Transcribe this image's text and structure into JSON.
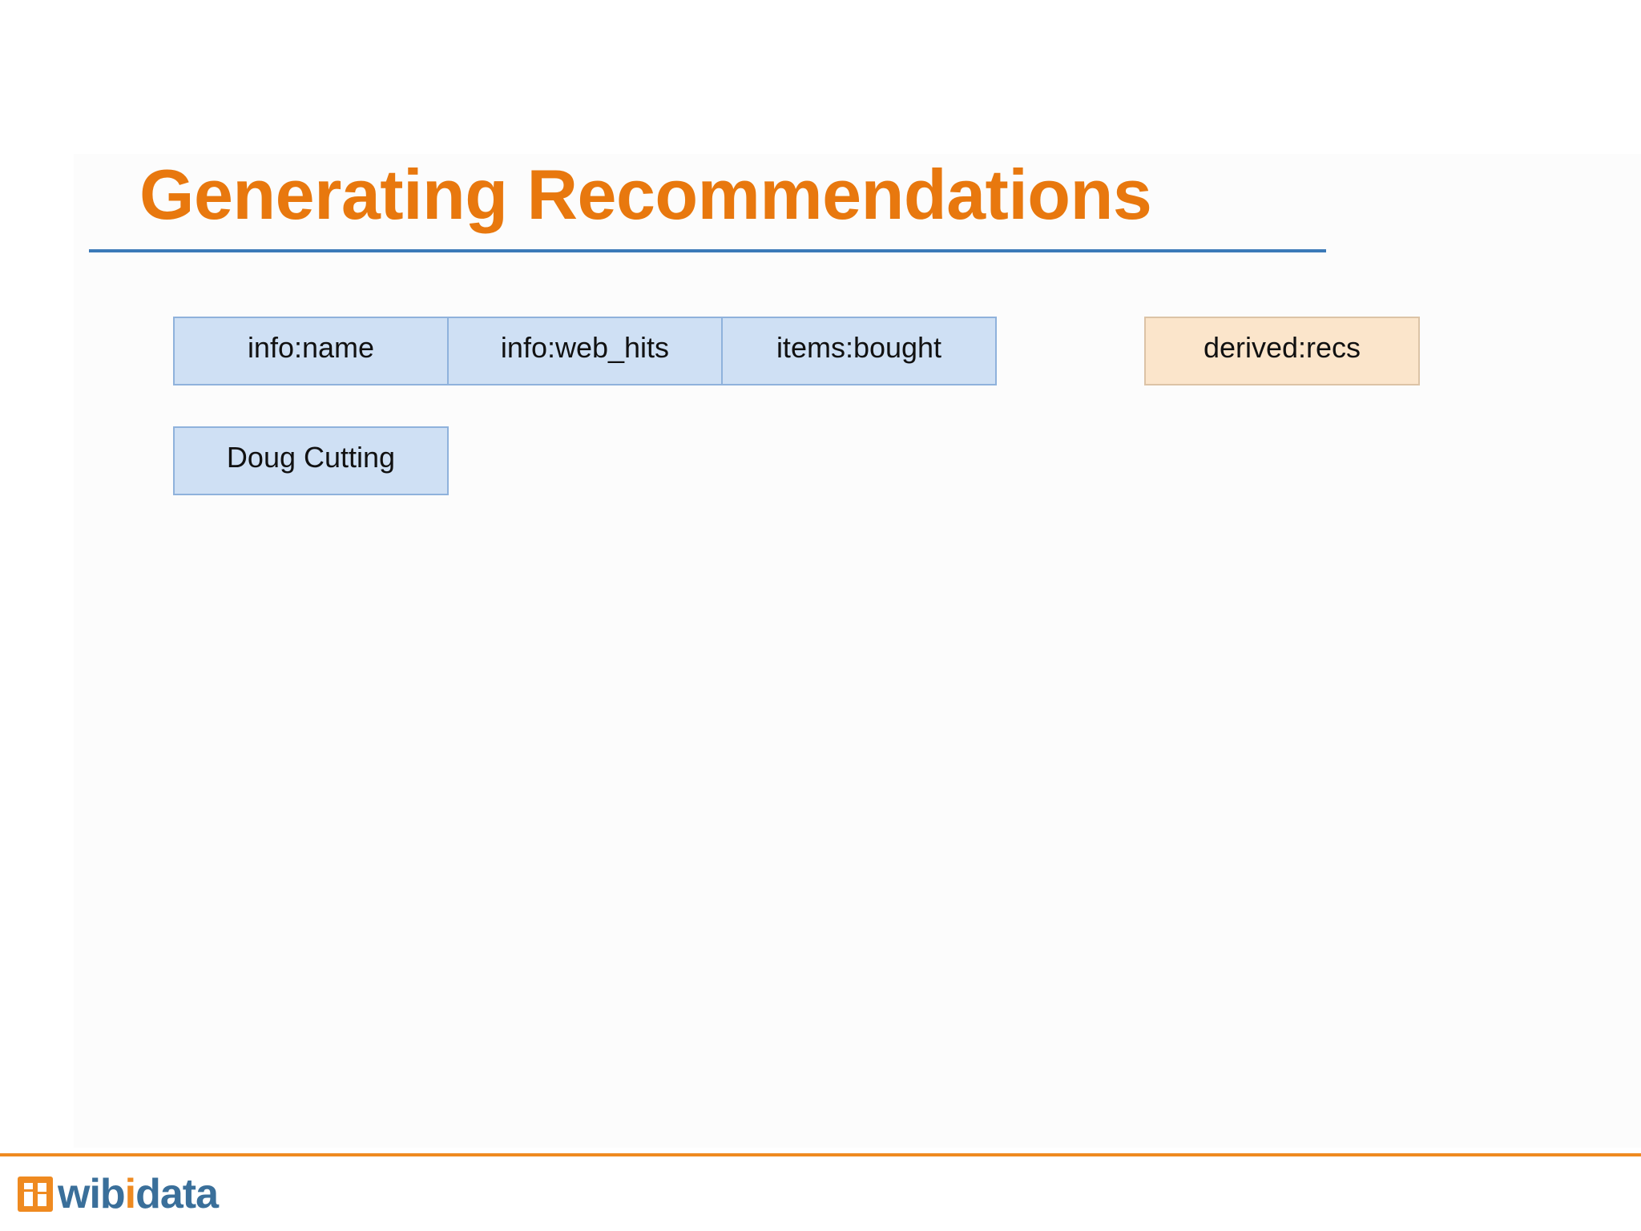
{
  "slide": {
    "title": "Generating Recommendations"
  },
  "table": {
    "columns": [
      "info:name",
      "info:web_hits",
      "items:bought"
    ],
    "derived_column": "derived:recs",
    "rows": [
      {
        "name": "Doug Cutting"
      }
    ]
  },
  "footer": {
    "logo": {
      "part1": "w",
      "part2": "i",
      "part3": "b",
      "part4": "i",
      "part5": "data",
      "full": "wibidata"
    }
  },
  "colors": {
    "title": "#e8780e",
    "rule": "#3b7ab8",
    "column_fill": "#cfe0f4",
    "derived_fill": "#fbe5cb",
    "footer_rule": "#ef8a20",
    "logo_blue": "#3a6f9a"
  }
}
